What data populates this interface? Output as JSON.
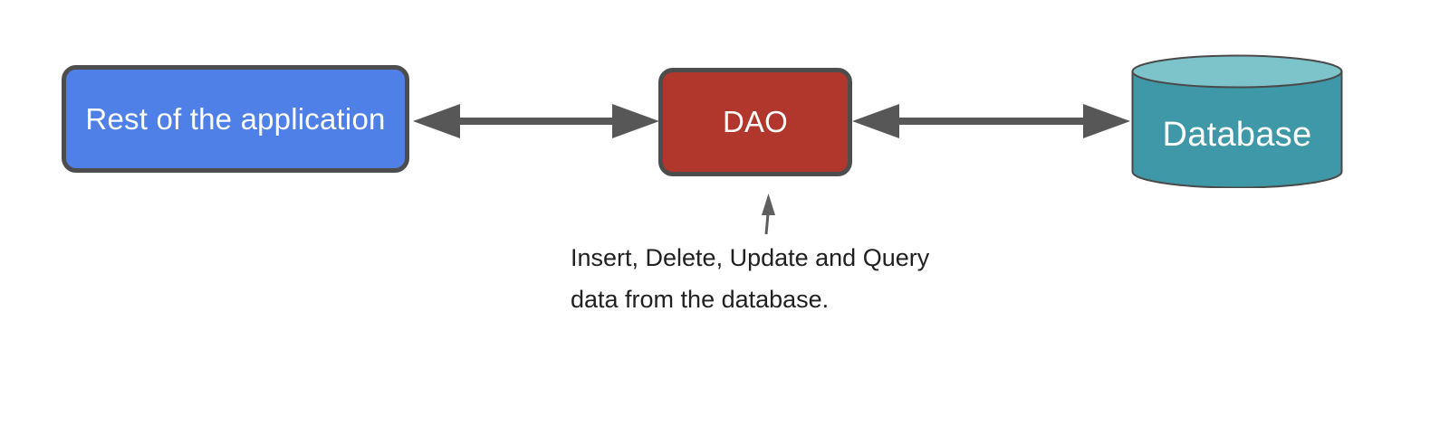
{
  "nodes": {
    "app": {
      "label": "Rest of the application",
      "fill": "#4e80e8",
      "text_color": "#ffffff"
    },
    "dao": {
      "label": "DAO",
      "fill": "#b1362b",
      "text_color": "#ffffff"
    },
    "database": {
      "label": "Database",
      "body_fill": "#3e98a7",
      "top_fill": "#7cc3ca",
      "outline": "#4a4a4a",
      "text_color": "#ffffff"
    }
  },
  "connectors": {
    "app_dao": {
      "type": "double-headed-arrow",
      "color": "#575757"
    },
    "dao_db": {
      "type": "double-headed-arrow",
      "color": "#575757"
    },
    "annotation_pointer": {
      "type": "single-arrow-up",
      "color": "#5f5f5f"
    }
  },
  "annotation": {
    "line1": "Insert, Delete, Update and Query",
    "line2": "data from the database.",
    "color": "#212121"
  },
  "style": {
    "node_border_color": "#4d4d4d",
    "background": "#ffffff"
  }
}
